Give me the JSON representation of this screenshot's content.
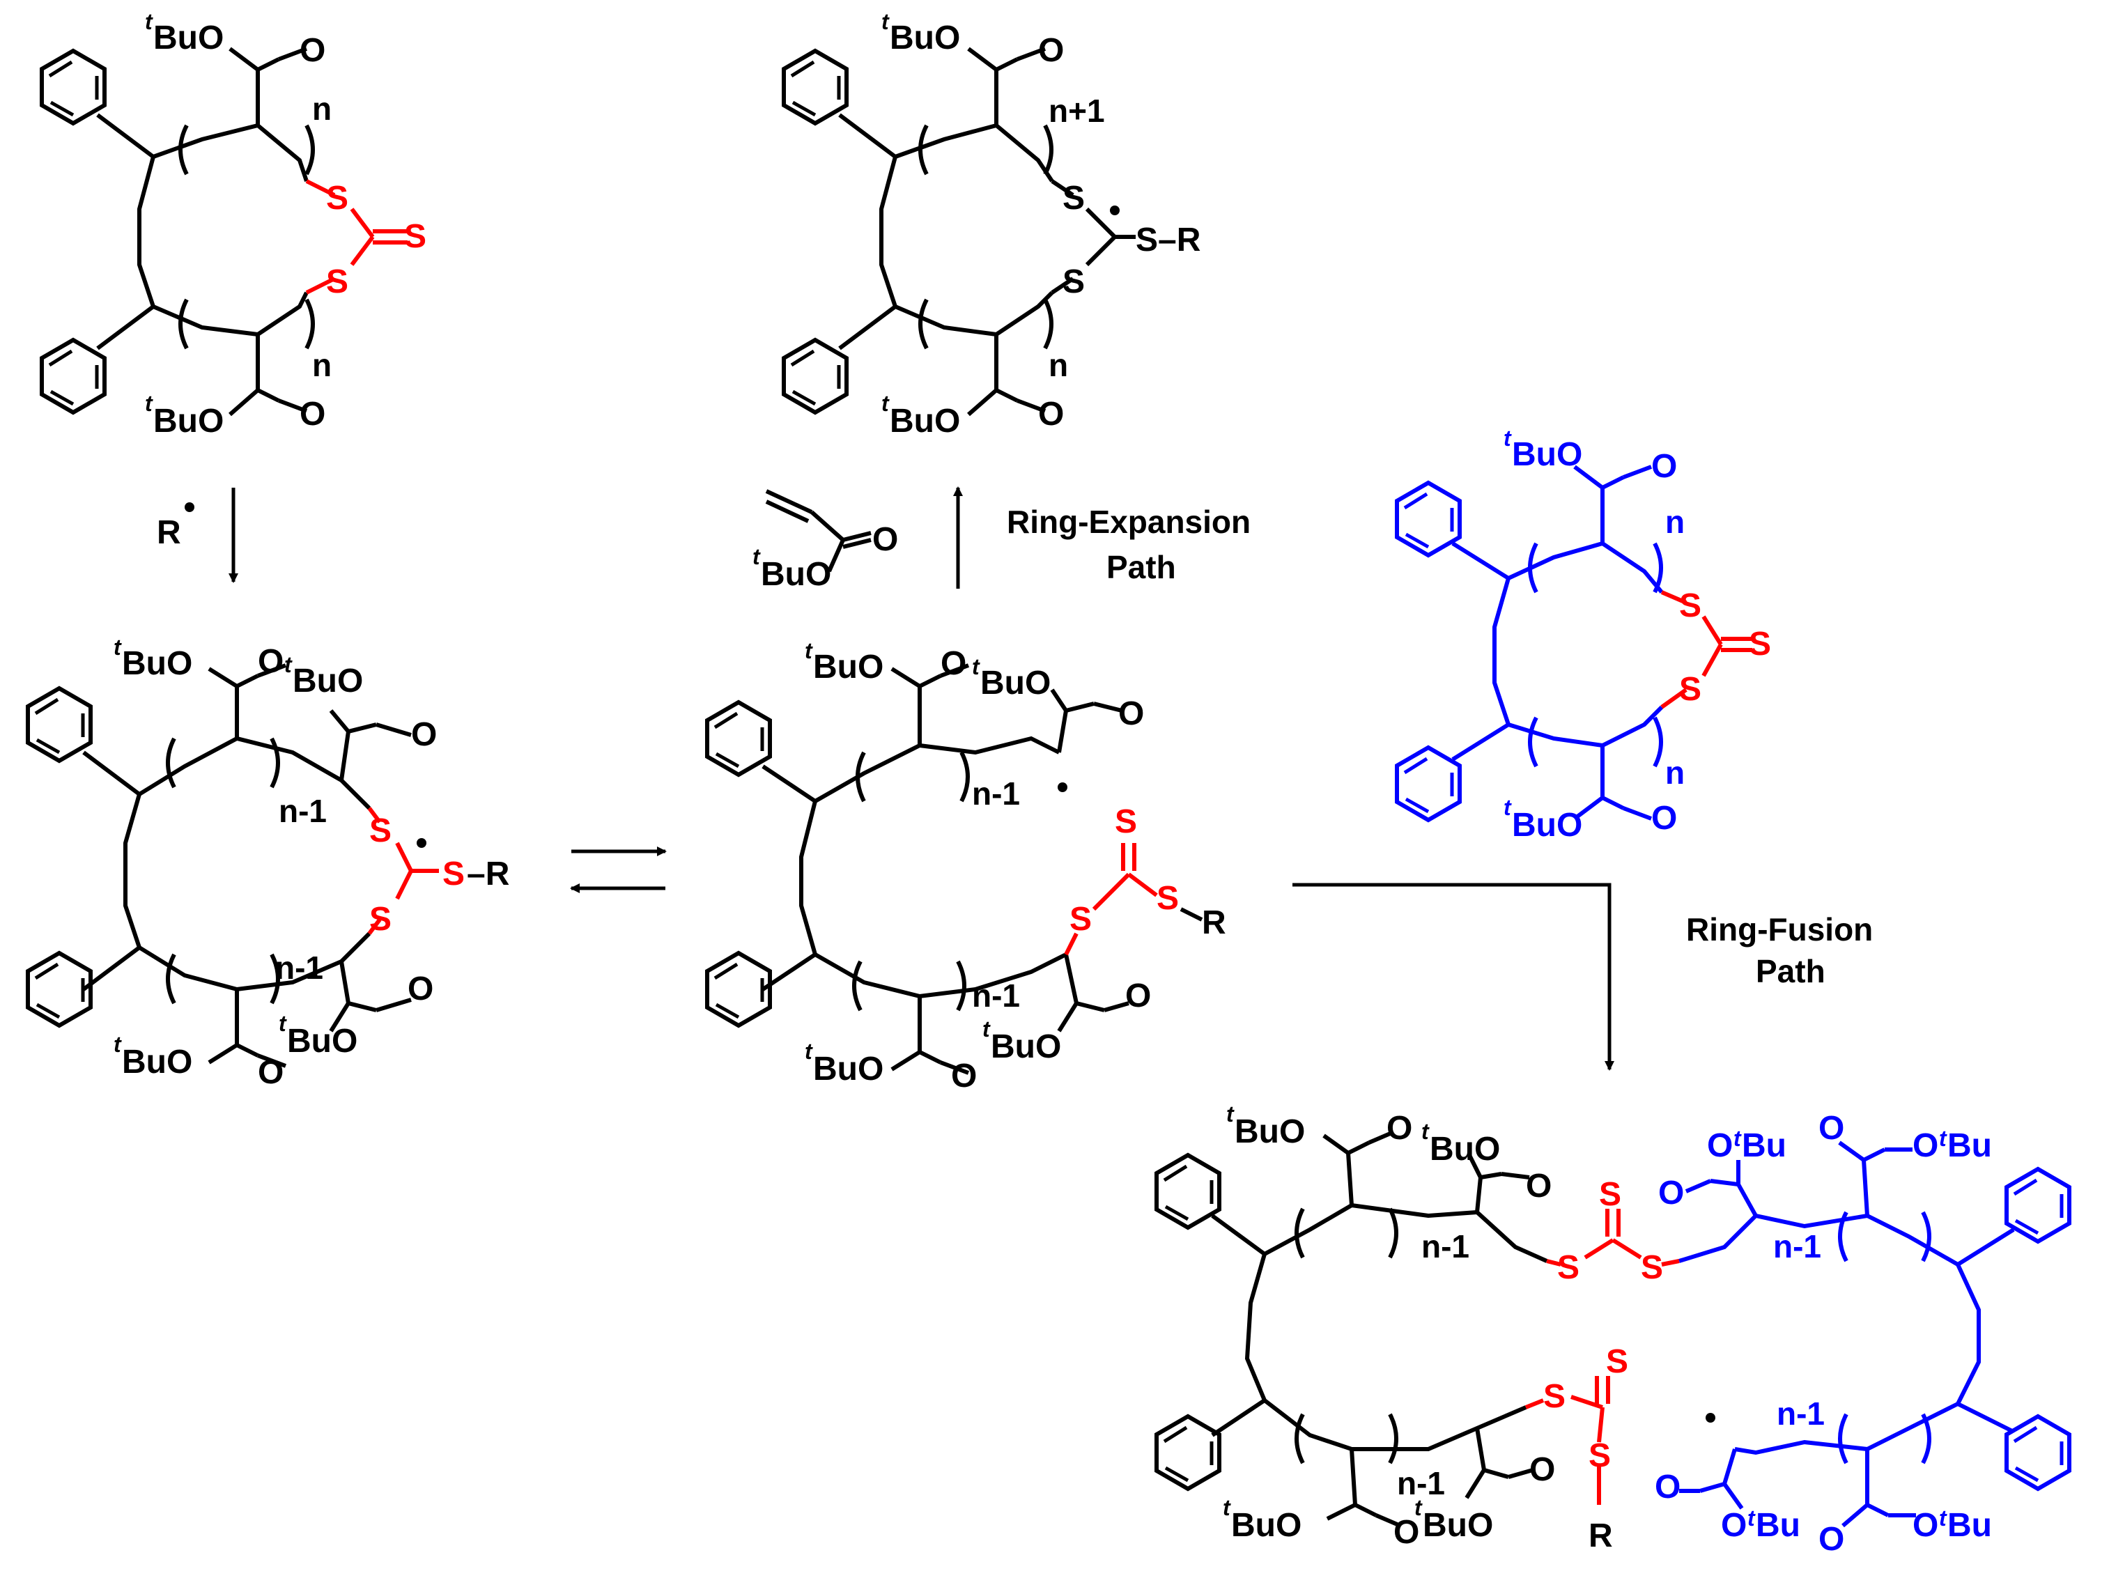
{
  "labels": {
    "tbu": "Bu",
    "t": "t",
    "o": "O",
    "s": "S",
    "r": "R",
    "r_radical": "R",
    "n": "n",
    "n_plus_1": "n+1",
    "n_minus_1": "n-1",
    "s_r": "S–R",
    "ot": "O",
    "ring_expansion_line1": "Ring-Expansion",
    "ring_expansion_line2": "Path",
    "ring_fusion_line1": "Ring-Fusion",
    "ring_fusion_line2": "Path"
  },
  "colors": {
    "backbone": "#000000",
    "trithiocarbonate": "#ff0000",
    "second_ring": "#0000ff"
  },
  "icons": [
    "benzene-ring-icon",
    "reaction-arrow-icon",
    "equilibrium-arrows-icon",
    "radical-dot-icon"
  ]
}
